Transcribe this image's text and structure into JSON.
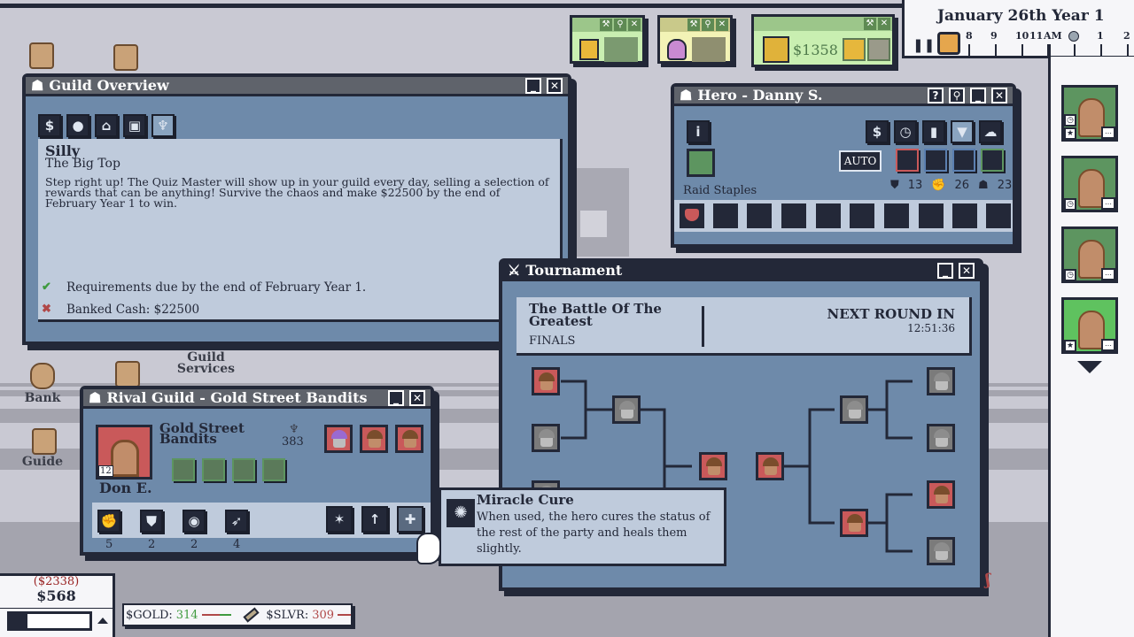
{
  "clock": {
    "date": "January 26th Year 1",
    "hours": [
      "8",
      "9",
      "10",
      "11",
      "AM",
      "1",
      "2"
    ]
  },
  "desktop": {
    "bank": "Bank",
    "guide": "Guide",
    "guild_services": "Guild Services"
  },
  "widgets": {
    "hero_cash": "$1358"
  },
  "guild_overview": {
    "title": "Guild Overview",
    "name": "Silly",
    "subtitle": "The Big Top",
    "description": "Step right up! The Quiz Master will show up in your guild every day, selling a selection of rewards that can be anything! Survive the chaos and make $22500 by the end of February Year 1 to win.",
    "requirements": [
      {
        "status": "done",
        "text": "Requirements due by the end of February Year 1."
      },
      {
        "status": "failed",
        "text": "Banked Cash: $22500"
      }
    ]
  },
  "hero": {
    "title": "Hero - Danny S.",
    "auto_label": "AUTO",
    "loadout_label": "Raid Staples",
    "stats": {
      "defense": "13",
      "strength": "26",
      "magic": "23"
    }
  },
  "tournament": {
    "title": "Tournament",
    "name": "The Battle Of The Greatest",
    "stage": "FINALS",
    "next_round_label": "NEXT ROUND IN",
    "next_round_time": "12:51:36"
  },
  "rival": {
    "title": "Rival Guild - Gold Street Bandits",
    "guild_name": "Gold Street Bandits",
    "trophies": "383",
    "leader": "Don E.",
    "leader_level": "12",
    "stats": [
      "5",
      "2",
      "2",
      "4"
    ]
  },
  "tooltip": {
    "title": "Miracle Cure",
    "text": "When used, the hero cures the status of the rest of the party and heals them slightly."
  },
  "money": {
    "debt": "($2338)",
    "cash": "$568"
  },
  "ticker": {
    "gold_label": "$GOLD:",
    "gold_value": "314",
    "silver_label": "$SLVR:",
    "silver_value": "309"
  },
  "colors": {
    "window": "#6e8aaa",
    "panel": "#bfcbdc",
    "titlebar": "#5f636b",
    "positive": "#3f9a3f",
    "negative": "#b04848"
  }
}
